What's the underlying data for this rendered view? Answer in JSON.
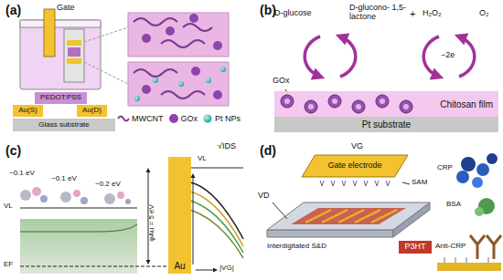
{
  "diagram": {
    "nodes": [
      {
        "text": [
          "Glass substrate"
        ]
      },
      {
        "text": [
          "Au(S)"
        ]
      },
      {
        "text": [
          "Au(D)"
        ]
      },
      {
        "text": [
          "PEDOT:PSS"
        ]
      },
      {
        "text": [
          "Chitosan film"
        ]
      },
      {
        "text": [
          "Pt substrate"
        ]
      },
      {
        "text": [
          "Au"
        ]
      },
      {
        "text": [
          "Gate electrode"
        ]
      },
      {
        "text": [
          "P3HT"
        ]
      }
    ],
    "labels": [
      "(a)",
      "Gate",
      "(b)",
      "D-glucose",
      "D-glucono- 1,5-lactone",
      "+",
      "H₂O₂",
      "O₂",
      "−2e",
      "GOx",
      "(c)",
      "VL",
      "~0.1 eV",
      "~0.1 eV",
      "~0.2 eV",
      "EF",
      "φAu = 5 eV",
      "|VG|",
      "√IDS",
      "VL",
      "(d)",
      "VG",
      "SAM",
      "VD",
      "Interdigitated S&D",
      "CRP",
      "BSA",
      "Anti-CRP"
    ],
    "legend": [
      {
        "text": "MWCNT"
      },
      {
        "text": "GOx"
      },
      {
        "text": "Pt NPs"
      }
    ]
  }
}
